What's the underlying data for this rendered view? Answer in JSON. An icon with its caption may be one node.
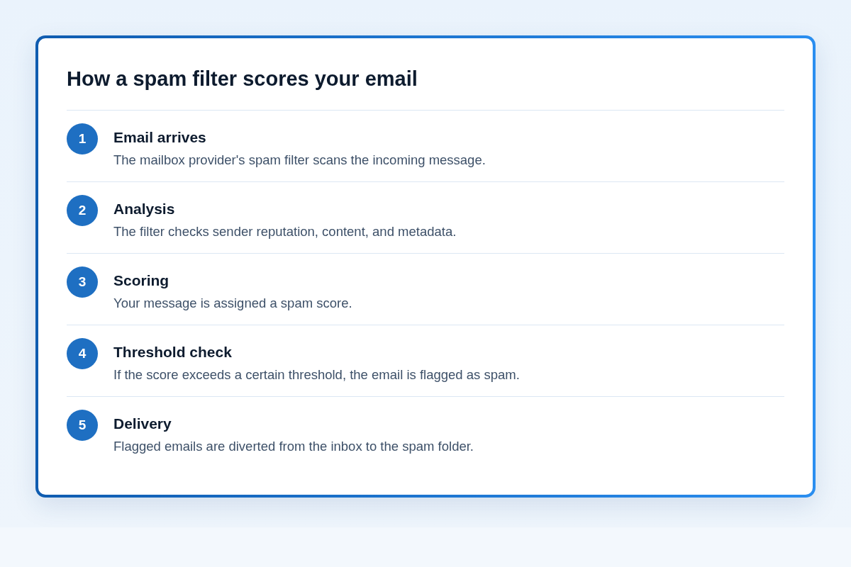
{
  "diagram": {
    "title": "How a spam filter scores your email",
    "nodes": [
      {
        "text": [
          "1"
        ],
        "beside": [
          "Email arrives",
          "The mailbox provider's spam filter scans the incoming message."
        ]
      },
      {
        "text": [
          "2"
        ],
        "beside": [
          "Analysis",
          "The filter checks sender reputation, content, and metadata."
        ]
      },
      {
        "text": [
          "3"
        ],
        "beside": [
          "Scoring",
          "Your message is assigned a spam score."
        ]
      },
      {
        "text": [
          "4"
        ],
        "beside": [
          "Threshold check",
          "If the score exceeds a certain threshold, the email is flagged as spam."
        ]
      },
      {
        "text": [
          "5"
        ],
        "beside": [
          "Delivery",
          "Flagged emails are diverted from the inbox to the spam folder."
        ]
      }
    ]
  }
}
